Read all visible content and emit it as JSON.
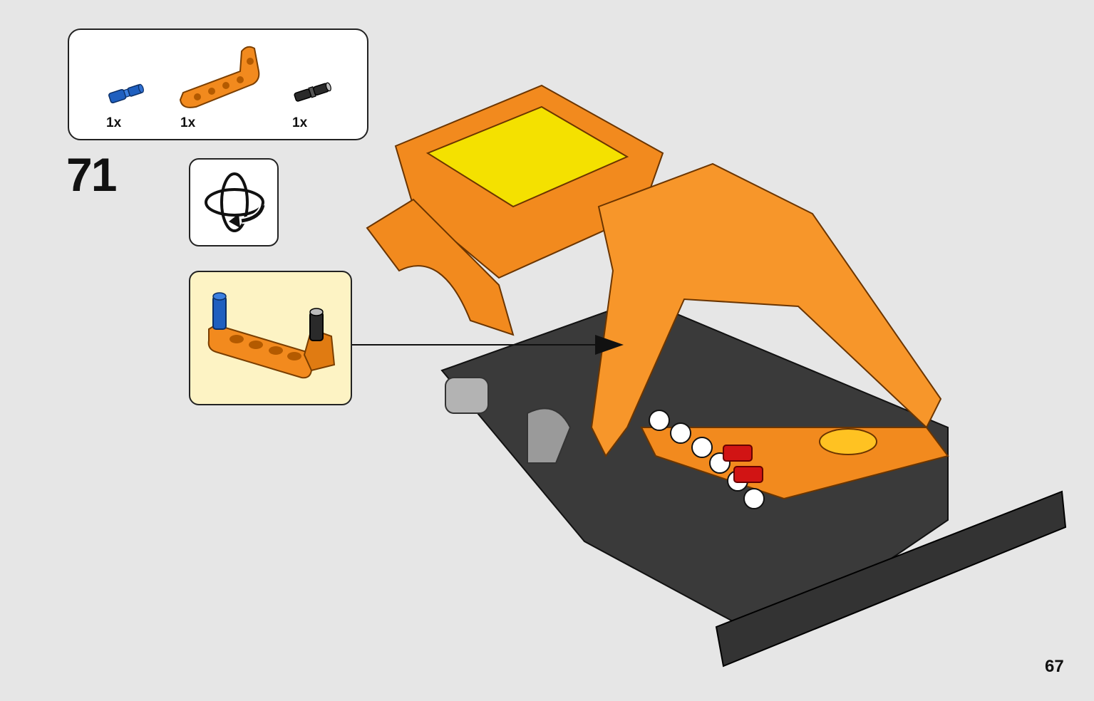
{
  "parts_list": {
    "items": [
      {
        "quantity": "1x",
        "part_icon": "blue-axle-pin-icon",
        "color": "#1f5fbf"
      },
      {
        "quantity": "1x",
        "part_icon": "orange-l-beam-icon",
        "color": "#f28a1e"
      },
      {
        "quantity": "1x",
        "part_icon": "black-friction-pin-icon",
        "color": "#2a2a2a"
      }
    ]
  },
  "step": {
    "number": "71"
  },
  "rotate_callout": {
    "icon": "rotate-model-icon"
  },
  "subassembly": {
    "icon": "orange-l-beam-with-pins-icon",
    "background": "#fdf3c4"
  },
  "page": {
    "number": "67"
  },
  "colors": {
    "page_bg": "#e6e6e6",
    "orange": "#f28a1e",
    "dark_gray": "#333333",
    "yellow": "#f4e100",
    "red": "#d11414",
    "blue": "#1f5fbf"
  }
}
